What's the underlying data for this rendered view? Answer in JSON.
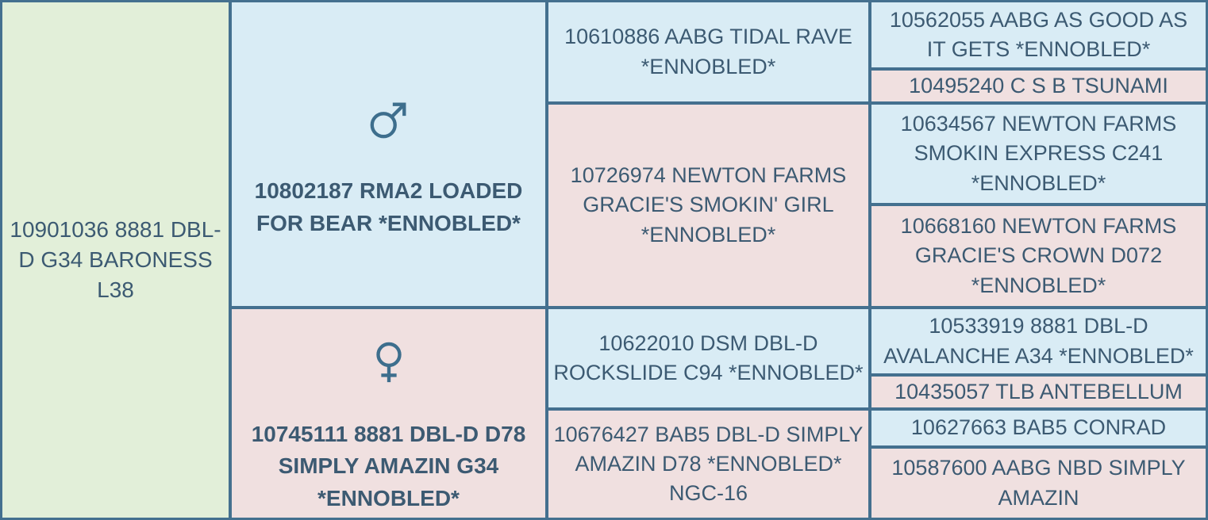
{
  "colors": {
    "border": "#44708f",
    "text": "#3c5a72",
    "subject_bg": "#e2efd9",
    "male_bg": "#d9ecf5",
    "female_bg": "#f0e0e0",
    "symbol": "#3d6e8d"
  },
  "pedigree": {
    "subject": {
      "name": "10901036 8881 DBL-\nD G34 BARONESS\nL38"
    },
    "sire": {
      "sex": "male",
      "name": "10802187 RMA2 LOADED\nFOR BEAR *ENNOBLED*"
    },
    "dam": {
      "sex": "female",
      "name": "10745111 8881 DBL-D D78\nSIMPLY AMAZIN G34\n*ENNOBLED*"
    },
    "generation3": [
      {
        "role": "sire-sire",
        "name": "10610886 AABG TIDAL RAVE\n*ENNOBLED*"
      },
      {
        "role": "sire-dam",
        "name": "10726974 NEWTON FARMS\nGRACIE'S SMOKIN' GIRL\n*ENNOBLED*"
      },
      {
        "role": "dam-sire",
        "name": "10622010 DSM DBL-D\nROCKSLIDE C94 *ENNOBLED*"
      },
      {
        "role": "dam-dam",
        "name": "10676427 BAB5 DBL-D SIMPLY\nAMAZIN D78 *ENNOBLED*\nNGC-16"
      }
    ],
    "generation4": [
      {
        "role": "sire-sire-sire",
        "name": "10562055 AABG AS GOOD AS\nIT GETS *ENNOBLED*"
      },
      {
        "role": "sire-sire-dam",
        "name": "10495240 C S B TSUNAMI"
      },
      {
        "role": "sire-dam-sire",
        "name": "10634567 NEWTON FARMS\nSMOKIN EXPRESS C241\n*ENNOBLED*"
      },
      {
        "role": "sire-dam-dam",
        "name": "10668160 NEWTON FARMS\nGRACIE'S CROWN D072\n*ENNOBLED*"
      },
      {
        "role": "dam-sire-sire",
        "name": "10533919 8881 DBL-D\nAVALANCHE A34 *ENNOBLED*"
      },
      {
        "role": "dam-sire-dam",
        "name": "10435057 TLB ANTEBELLUM"
      },
      {
        "role": "dam-dam-sire",
        "name": "10627663 BAB5 CONRAD"
      },
      {
        "role": "dam-dam-dam",
        "name": "10587600 AABG NBD SIMPLY\nAMAZIN"
      }
    ]
  }
}
